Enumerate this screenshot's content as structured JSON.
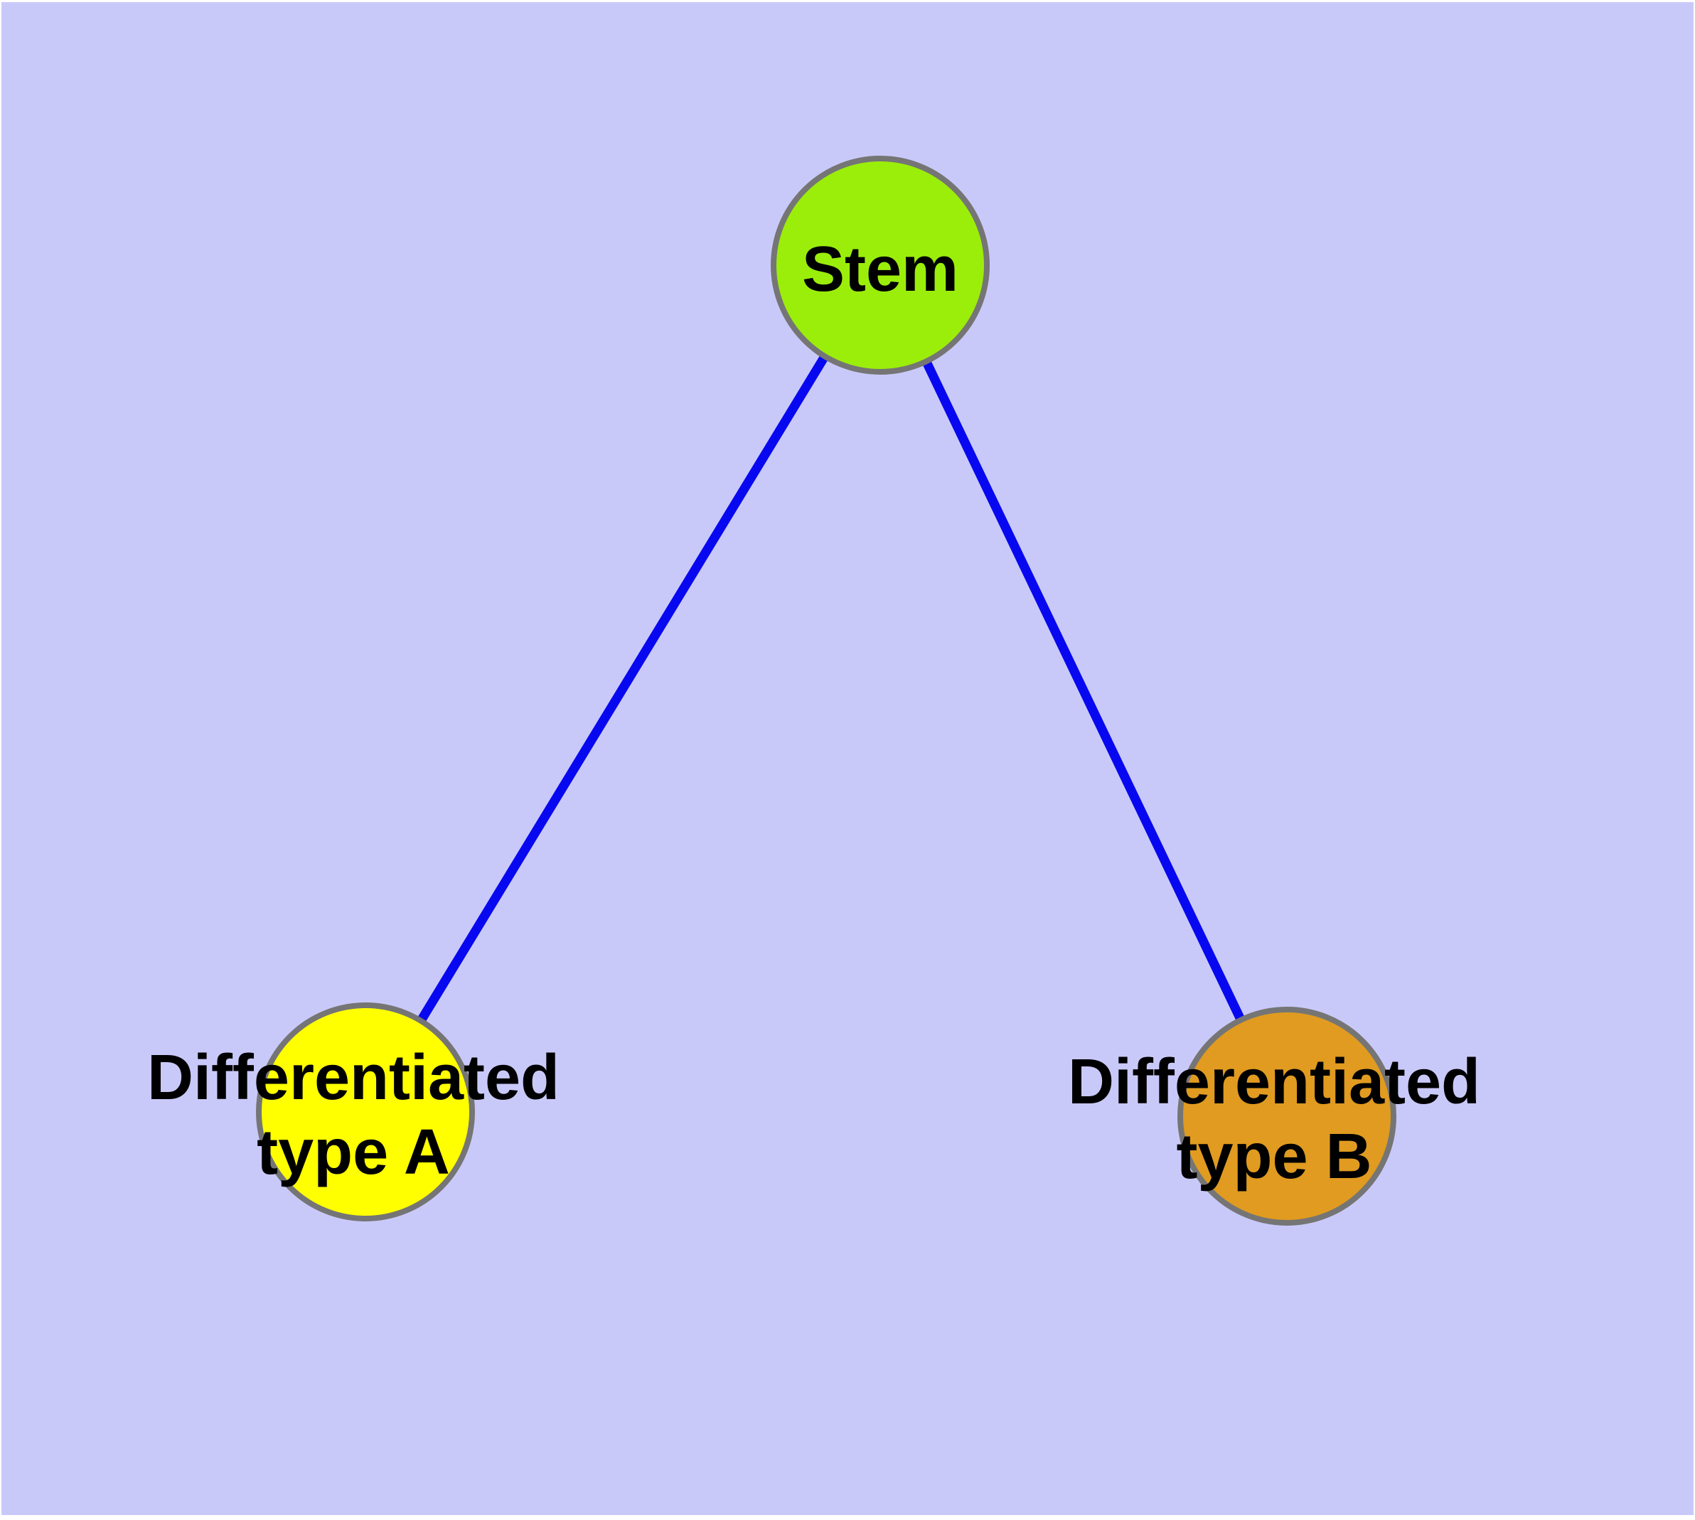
{
  "diagram": {
    "type": "node-link-graph",
    "background_color": "#C9C9F9",
    "frame_color": "#FFFFFF",
    "edge_color": "#0808F0",
    "node_border_color": "#757575",
    "label_color": "#000000",
    "nodes": [
      {
        "id": "stem",
        "label": "Stem",
        "lines": [
          "Stem"
        ],
        "fill_color": "#9BEE0A"
      },
      {
        "id": "differentiated-type-a",
        "label": "Differentiated type A",
        "lines": [
          "Differentiated",
          "type A"
        ],
        "fill_color": "#FFFF00"
      },
      {
        "id": "differentiated-type-b",
        "label": "Differentiated type B",
        "lines": [
          "Differentiated",
          "type B"
        ],
        "fill_color": "#E09B20"
      }
    ],
    "edges": [
      {
        "from": "Stem",
        "to": "Differentiated type A"
      },
      {
        "from": "Stem",
        "to": "Differentiated type B"
      }
    ]
  }
}
